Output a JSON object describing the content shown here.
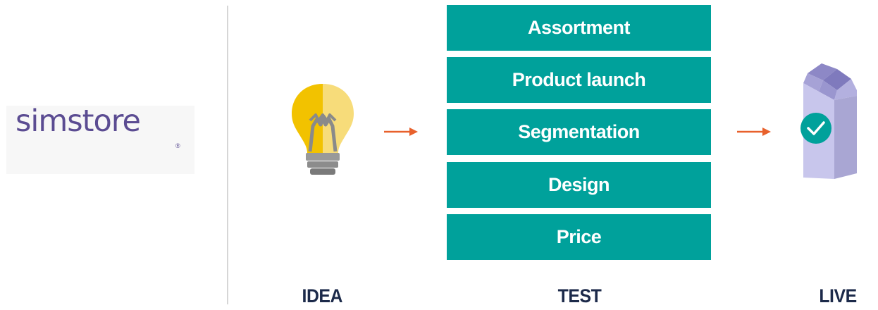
{
  "brand": {
    "logo_text": "simstore",
    "registered_mark": "®",
    "logo_color": "#5b4c92"
  },
  "flow": {
    "idea": {
      "label": "IDEA",
      "icon": "lightbulb-icon"
    },
    "test": {
      "label": "TEST",
      "items": [
        {
          "label": "Assortment"
        },
        {
          "label": "Product launch"
        },
        {
          "label": "Segmentation"
        },
        {
          "label": "Design"
        },
        {
          "label": "Price"
        }
      ]
    },
    "live": {
      "label": "LIVE",
      "icon": "milk-carton-check-icon"
    },
    "arrow_icon": "arrow-right-icon"
  },
  "colors": {
    "box_fill": "#00a19b",
    "arrow": "#e8612c",
    "stage_label": "#1c2a4a",
    "divider": "#d6d6d6"
  }
}
